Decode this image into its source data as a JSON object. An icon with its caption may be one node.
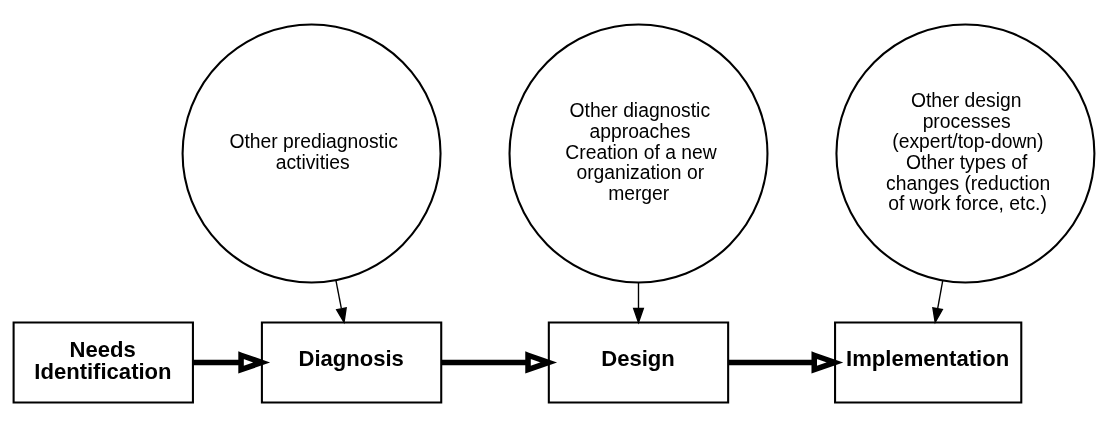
{
  "diagram": {
    "nodes": [
      {
        "text": [
          "Other prediagnostic activities"
        ]
      },
      {
        "text": [
          "Other diagnostic approaches",
          "Creation of a new organization or merger"
        ]
      },
      {
        "text": [
          "Other design processes (expert/top-down)",
          "Other types of changes (reduction of work force, etc.)"
        ]
      },
      {
        "text": [
          "Needs Identification"
        ]
      },
      {
        "text": [
          "Diagnosis"
        ]
      },
      {
        "text": [
          "Design"
        ]
      },
      {
        "text": [
          "Implementation"
        ]
      }
    ],
    "edges": [
      {
        "from": 3,
        "to": 4,
        "arrow": "to",
        "style": "thick"
      },
      {
        "from": 4,
        "to": 5,
        "arrow": "to",
        "style": "thick"
      },
      {
        "from": 5,
        "to": 6,
        "arrow": "to",
        "style": "thick"
      },
      {
        "from": 0,
        "to": 4,
        "arrow": "to"
      },
      {
        "from": 1,
        "to": 5,
        "arrow": "to"
      },
      {
        "from": 2,
        "to": 6,
        "arrow": "to"
      }
    ]
  }
}
